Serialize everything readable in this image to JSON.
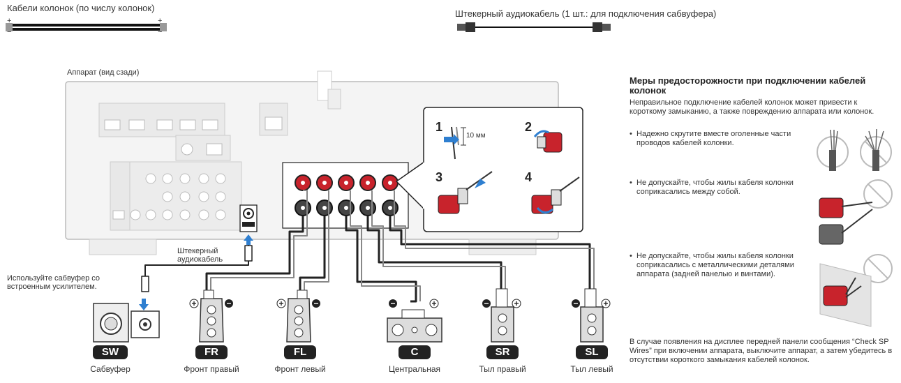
{
  "top": {
    "speaker_cable_label": "Кабели колонок (по числу колонок)",
    "plus_sign": "+",
    "minus_sign": "−",
    "audio_cable_label": "Штекерный аудиокабель (1 шт.: для подключения сабвуфера)"
  },
  "device": {
    "label": "Аппарат (вид сзади)",
    "audio_cable_label_line1": "Штекерный",
    "audio_cable_label_line2": "аудиокабель"
  },
  "subwoofer_note": {
    "line1": "Используйте сабвуфер со",
    "line2": "встроенным усилителем."
  },
  "inset": {
    "steps": [
      "1",
      "2",
      "3",
      "4"
    ],
    "strip_length": "10 мм"
  },
  "speakers": [
    {
      "code": "SW",
      "name": "Сабвуфер"
    },
    {
      "code": "FR",
      "name": "Фронт правый"
    },
    {
      "code": "FL",
      "name": "Фронт левый"
    },
    {
      "code": "C",
      "name": "Центральная"
    },
    {
      "code": "SR",
      "name": "Тыл правый"
    },
    {
      "code": "SL",
      "name": "Тыл левый"
    }
  ],
  "precautions": {
    "title": "Меры предосторожности при подключении кабелей колонок",
    "intro": "Неправильное подключение кабелей колонок может привести к короткому замыканию, а также повреждению аппарата или колонок.",
    "items": [
      "Надежно скрутите вместе оголенные части проводов кабелей колонки.",
      "Не допускайте, чтобы жилы кабеля колонки соприкасались между собой.",
      "Не допускайте, чтобы жилы кабеля колонки соприкасались с металлическими деталями аппарата (задней панелью и винтами)."
    ],
    "footer": "В случае появления на дисплее передней панели сообщения “Check SP Wires” при включении аппарата, выключите аппарат, а затем убедитесь в отсутствии короткого замыкания кабелей колонок."
  }
}
